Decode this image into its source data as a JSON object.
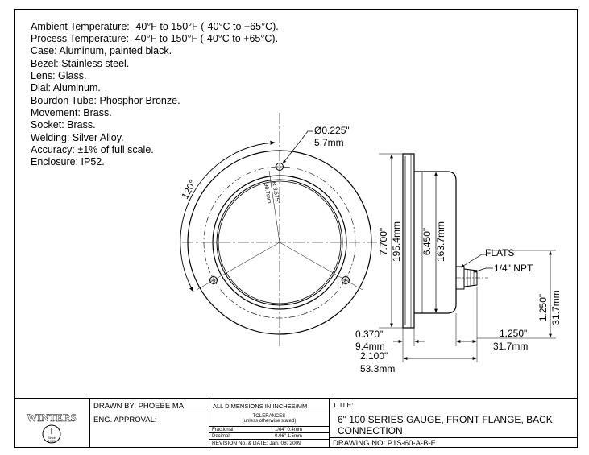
{
  "specs": [
    "Ambient Temperature: -40°F to 150°F (-40°C to +65°C).",
    "Process Temperature: -40°F to 150°F (-40°C to +65°C).",
    "Case: Aluminum, painted black.",
    "Bezel: Stainless steel.",
    "Lens: Glass.",
    "Dial: Aluminum.",
    "Bourdon Tube: Phosphor Bronze.",
    "Movement: Brass.",
    "Socket: Brass.",
    "Welding: Silver Alloy.",
    "Accuracy: ±1% of full scale.",
    "Enclosure: IP52."
  ],
  "front_view": {
    "angle_label": "120°",
    "hole_dia_in": "Ø0.225\"",
    "hole_dia_mm": "5.7mm",
    "radius_in": "R 3.575\"",
    "radius_mm": "90.7mm"
  },
  "side_view": {
    "flange_dia_in": "7.700\"",
    "flange_dia_mm": "195.4mm",
    "case_dia_in": "6.450\"",
    "case_dia_mm": "163.7mm",
    "flats_label": "FLATS",
    "npt_label": "1/4\" NPT",
    "flange_thk_in": "0.370\"",
    "flange_thk_mm": "9.4mm",
    "depth_in": "2.100\"",
    "depth_mm": "53.3mm",
    "conn_len_in": "1.250\"",
    "conn_len_mm": "31.7mm",
    "conn_h_in": "1.250\"",
    "conn_h_mm": "31.7mm"
  },
  "title_block": {
    "logo_text": "WINTERS",
    "logo_since": "Since",
    "logo_year": "1953",
    "drawn_by": "DRAWN BY: PHOEBE MA",
    "eng_approval": "ENG. APPROVAL:",
    "dimensions": "ALL DIMENSIONS IN INCHES/MM",
    "tolerances": "TOLERANCES",
    "tolerances_sub": "(unless otherwise stated)",
    "fractional_label": "Fractional:",
    "fractional_value": "1/64\" 0.4mm",
    "decimal_label": "Decimal:",
    "decimal_value": "0.06\" 1.5mm",
    "revision": "REVISION No. & DATE: Jan. 08. 2009",
    "title_label": "TITLE:",
    "title_line1": "6\" 100 SERIES GAUGE, FRONT FLANGE, BACK",
    "title_line2": "CONNECTION",
    "drawing_no": "DRAWING NO: P1S-60-A-B-F"
  }
}
